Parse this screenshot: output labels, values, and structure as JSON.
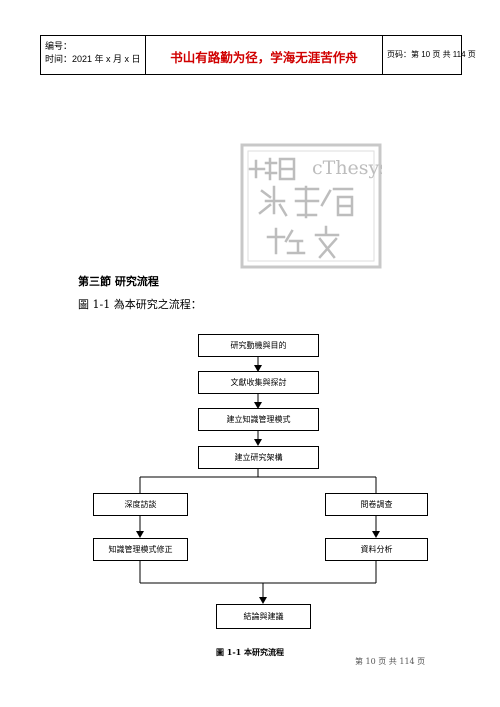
{
  "header": {
    "label_code": "编号：",
    "label_time": "时间：2021 年 x 月 x 日",
    "motto": "书山有路勤为径，学海无涯苦作舟",
    "page_info": "页码：第 10 页  共 114 页",
    "motto_color": "#d00000"
  },
  "watermark": {
    "text": "cThesys"
  },
  "section": {
    "title": "第三節  研究流程",
    "intro": "圖 1-1 為本研究之流程："
  },
  "flow": {
    "motivation": "研究動機與目的",
    "literature": "文獻收集與探討",
    "km_model": "建立知識管理模式",
    "framework": "建立研究架構",
    "interview": "深度訪談",
    "questionnaire": "問卷調查",
    "km_revise": "知識管理模式修正",
    "analysis": "資料分析",
    "conclusion": "結論與建議"
  },
  "figure": {
    "caption": "圖 1-1  本研究流程"
  },
  "footer": {
    "page": "第  10  页  共  114  页"
  }
}
